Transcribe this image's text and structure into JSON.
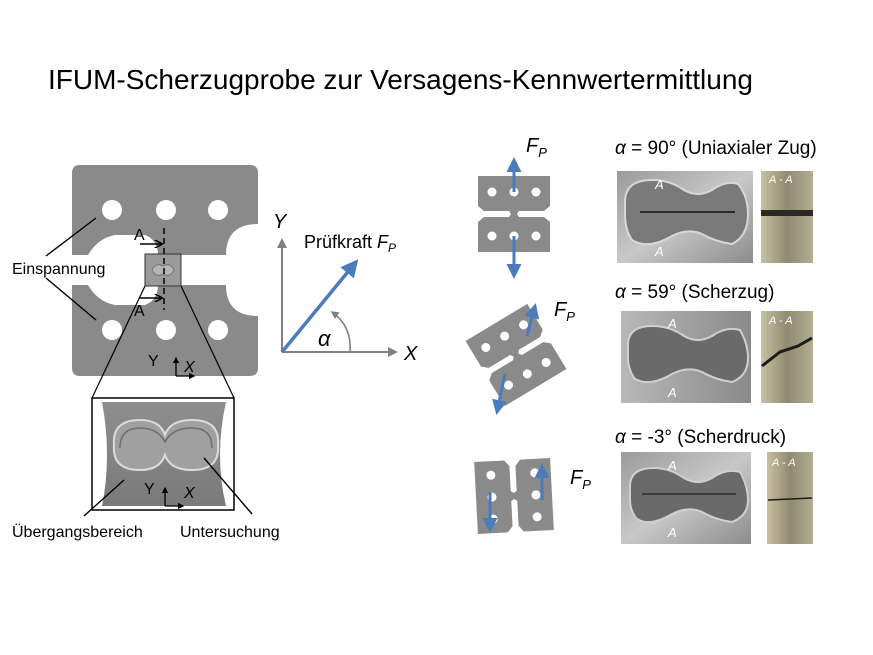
{
  "title": "IFUM-Scherzugprobe zur Versagens-Kennwertermittlung",
  "specimen": {
    "clamping_label": "Einspannung",
    "section_mark": "A",
    "axis_y": "Y",
    "axis_x": "X",
    "transition_label": "Übergangsbereich",
    "investigation_label": "Untersuchung"
  },
  "coordinate": {
    "axis_y": "Y",
    "axis_x": "X",
    "force_label": "Prüfkraft ",
    "force_symbol": "F",
    "force_sub": "P",
    "angle_symbol": "α"
  },
  "orientations": {
    "force_symbol": "F",
    "force_sub": "P"
  },
  "cases": [
    {
      "alpha": "α",
      "text": " = 90° (Uniaxialer Zug)",
      "mark": "A",
      "section": "A - A"
    },
    {
      "alpha": "α",
      "text": " = 59° (Scherzug)",
      "mark": "A",
      "section": "A - A"
    },
    {
      "alpha": "α",
      "text": " = -3° (Scherdruck)",
      "mark": "A",
      "section": "A - A"
    }
  ],
  "colors": {
    "specimen_gray": "#8a8a8a",
    "force_arrow": "#4a7bbd",
    "angle_arrow": "#808080",
    "axis": "#808080"
  }
}
